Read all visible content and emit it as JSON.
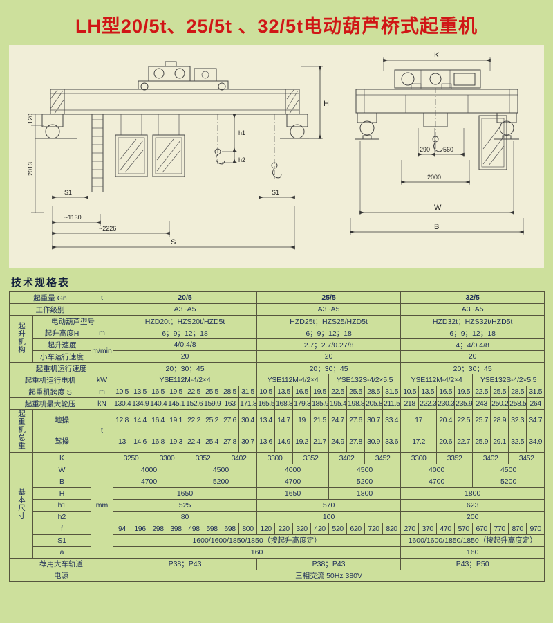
{
  "page": {
    "title": "LH型20/5t、25/5t 、32/5t电动葫芦桥式起重机",
    "section_heading": "技术规格表"
  },
  "drawing": {
    "left": {
      "s": "S",
      "s1a": "S1",
      "s1b": "S1",
      "d1130": "~1130",
      "d2226": "~2226",
      "v120": "120",
      "v2013": "2013",
      "h": "H",
      "h1": "h1",
      "h2": "h2"
    },
    "right": {
      "k": "K",
      "d290": "290",
      "d560": "560",
      "d2000": "2000",
      "w": "W",
      "b": "B"
    }
  },
  "table": {
    "caps": [
      "20/5",
      "25/5",
      "32/5"
    ],
    "gn": {
      "label": "起重量 Gn",
      "unit": "t"
    },
    "duty": {
      "label": "工作级别",
      "values": [
        "A3~A5",
        "A3~A5",
        "A3~A5"
      ]
    },
    "hoist": {
      "group": "起升机构",
      "model_label": "电动葫芦型号",
      "models": [
        "HZD20t；HZS20t/HZD5t",
        "HZD25t；HZS25/HZD5t",
        "HZD32t；HZS32t/HZD5t"
      ],
      "height_label": "起升高度H",
      "height_unit": "m",
      "heights": [
        "6；9；12；18",
        "6；9；12；18",
        "6；9；12；18"
      ],
      "speed_label": "起升速度",
      "speed_unit": "m/min",
      "speeds": [
        "4/0.4/8",
        "2.7；2.7/0.27/8",
        "4；4/0.4/8"
      ],
      "trolley_label": "小车运行速度",
      "trolley_speeds": [
        "20",
        "20",
        "20"
      ]
    },
    "travel": {
      "label": "起重机运行速度",
      "values": [
        "20；30；45",
        "20；30；45",
        "20；30；45"
      ]
    },
    "motor": {
      "label": "起重机运行电机",
      "unit": "kW",
      "values": [
        "YSE112M-4/2×4",
        "YSE112M-4/2×4",
        "YSE132S-4/2×5.5",
        "YSE112M-4/2×4",
        "YSE132S-4/2×5.5"
      ]
    },
    "span_row": {
      "label": "起重机跨度 S",
      "unit": "m"
    },
    "wheel_row": {
      "label": "起重机最大轮压",
      "unit": "kN"
    },
    "weight": {
      "group": "起重机总重",
      "unit": "t",
      "ground_label": "地操",
      "cab_label": "驾操"
    },
    "dims": {
      "group": "基本尺寸",
      "unit": "mm",
      "k_label": "K",
      "w_label": "W",
      "b_label": "B",
      "h_label": "H",
      "h1_label": "h1",
      "h2_label": "h2",
      "f_label": "f",
      "s1_label": "S1",
      "a_label": "a",
      "h": [
        "1650",
        "1650",
        "1800",
        "1800"
      ],
      "h1": [
        "525",
        "570",
        "623"
      ],
      "h2": [
        "80",
        "100",
        "200"
      ],
      "s1": [
        "1600/1600/1850/1850（按起升高度定）",
        "1600/1600/1850/1850（按起升高度定）"
      ],
      "a": [
        "160",
        "160"
      ]
    },
    "rail": {
      "label": "荐用大车轨道",
      "values": [
        "P38；P43",
        "P38；P43",
        "P43；P50"
      ]
    },
    "power": {
      "label": "电源",
      "value": "三相交流  50Hz  380V"
    }
  },
  "t": {
    "span": [
      "10.5",
      "13.5",
      "16.5",
      "19.5",
      "22.5",
      "25.5",
      "28.5",
      "31.5",
      "10.5",
      "13.5",
      "16.5",
      "19.5",
      "22.5",
      "25.5",
      "28.5",
      "31.5",
      "10.5",
      "13.5",
      "16.5",
      "19.5",
      "22.5",
      "25.5",
      "28.5",
      "31.5"
    ],
    "wheel": [
      "130.4",
      "134.9",
      "140.4",
      "145.1",
      "152.6",
      "159.9",
      "163",
      "171.8",
      "165.5",
      "168.8",
      "179.3",
      "185.9",
      "195.4",
      "198.8",
      "205.8",
      "211.5",
      "218",
      "222.3",
      "230.3",
      "235.9",
      "243",
      "250.2",
      "258.5",
      "264"
    ],
    "ground": [
      "12.8",
      "14.4",
      "16.4",
      "19.1",
      "22.2",
      "25.2",
      "27.6",
      "30.4",
      "13.4",
      "14.7",
      "19",
      "21.5",
      "24.7",
      "27.6",
      "30.7",
      "33.4",
      "17",
      "20.4",
      "22.5",
      "25.7",
      "28.9",
      "32.3",
      "34.7"
    ],
    "cab": [
      "13",
      "14.6",
      "16.8",
      "19.3",
      "22.4",
      "25.4",
      "27.8",
      "30.7",
      "13.6",
      "14.9",
      "19.2",
      "21.7",
      "24.9",
      "27.8",
      "30.9",
      "33.6",
      "17.2",
      "20.6",
      "22.7",
      "25.9",
      "29.1",
      "32.5",
      "34.9"
    ],
    "k": [
      "3250",
      "3300",
      "3352",
      "3402",
      "3300",
      "3352",
      "3402",
      "3452",
      "3300",
      "3352",
      "3402",
      "3452"
    ],
    "w": [
      "4000",
      "4500",
      "4000",
      "4500",
      "4000",
      "4500"
    ],
    "b": [
      "4700",
      "5200",
      "4700",
      "5200",
      "4700",
      "5200"
    ],
    "f": [
      "94",
      "196",
      "298",
      "398",
      "498",
      "598",
      "698",
      "800",
      "120",
      "220",
      "320",
      "420",
      "520",
      "620",
      "720",
      "820",
      "270",
      "370",
      "470",
      "570",
      "670",
      "770",
      "870",
      "970"
    ]
  }
}
